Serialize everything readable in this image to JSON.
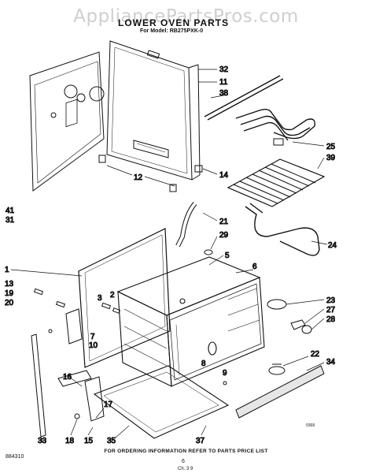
{
  "watermark": "AppliancePartsPros.com",
  "title": "LOWER OVEN PARTS",
  "model_line": "For Model: RB275PXK-0",
  "footer_note": "FOR ORDERING INFORMATION REFER TO PARTS PRICE LIST",
  "doc_code": "884310",
  "page_number": "6",
  "page_sub": "Ch. 3 9",
  "small_code": "0368",
  "callouts": {
    "c32": "32",
    "c11": "11",
    "c38": "38",
    "c25": "25",
    "c39": "39",
    "c12": "12",
    "c14": "14",
    "c41": "41",
    "c31": "31",
    "c21": "21",
    "c29": "29",
    "c5": "5",
    "c6": "6",
    "c24": "24",
    "c1": "1",
    "c13": "13",
    "c19": "19",
    "c20": "20",
    "c3": "3",
    "c2": "2",
    "c23": "23",
    "c27": "27",
    "c28": "28",
    "c7": "7",
    "c10": "10",
    "c8": "8",
    "c22": "22",
    "c34": "34",
    "c16": "16",
    "c9": "9",
    "c17": "17",
    "c33": "33",
    "c18": "18",
    "c15": "15",
    "c35": "35",
    "c37": "37"
  }
}
